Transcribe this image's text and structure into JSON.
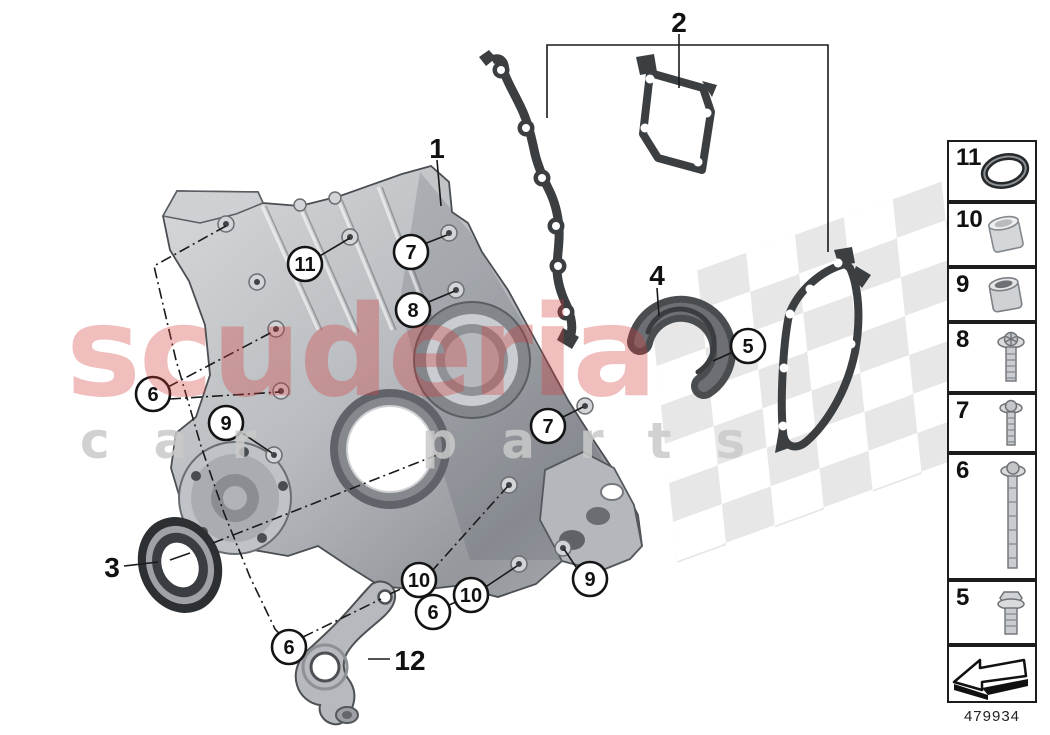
{
  "watermark": {
    "brand_line": "scuderia",
    "sub_line": "car parts",
    "brand_color": "#d93a3a",
    "sub_color": "#cfcfcf",
    "flag_color": "#e6e6e6"
  },
  "diagram": {
    "labels": [
      {
        "text": "1"
      },
      {
        "text": "2"
      },
      {
        "text": "3"
      },
      {
        "text": "4"
      },
      {
        "text": "12"
      }
    ],
    "callouts": [
      {
        "number": "11"
      },
      {
        "number": "7"
      },
      {
        "number": "8"
      },
      {
        "number": "6"
      },
      {
        "number": "9"
      },
      {
        "number": "7"
      },
      {
        "number": "5"
      },
      {
        "number": "10"
      },
      {
        "number": "10"
      },
      {
        "number": "6"
      },
      {
        "number": "6"
      },
      {
        "number": "9"
      }
    ]
  },
  "sidebar": {
    "items": [
      {
        "number": "11",
        "icon": "o-ring-icon"
      },
      {
        "number": "10",
        "icon": "sleeve-icon"
      },
      {
        "number": "9",
        "icon": "sleeve-icon"
      },
      {
        "number": "8",
        "icon": "flange-bolt-icon"
      },
      {
        "number": "7",
        "icon": "flange-bolt-icon"
      },
      {
        "number": "6",
        "icon": "long-bolt-icon"
      },
      {
        "number": "5",
        "icon": "hex-bolt-icon"
      }
    ],
    "footer_code": "479934"
  }
}
